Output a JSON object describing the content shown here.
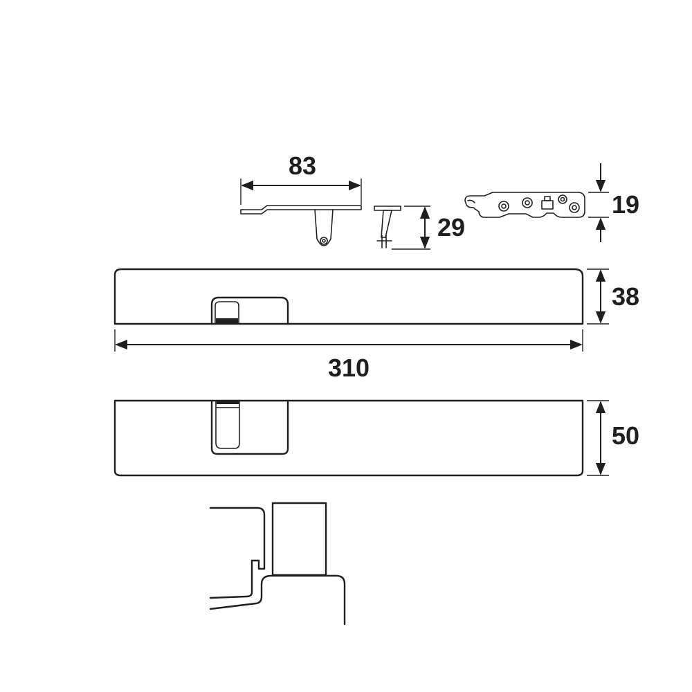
{
  "dimensions": {
    "bracket_length": "83",
    "stay_height": "29",
    "hinge_height": "19",
    "handle_height_top": "38",
    "handle_length": "310",
    "handle_height_side": "50"
  }
}
